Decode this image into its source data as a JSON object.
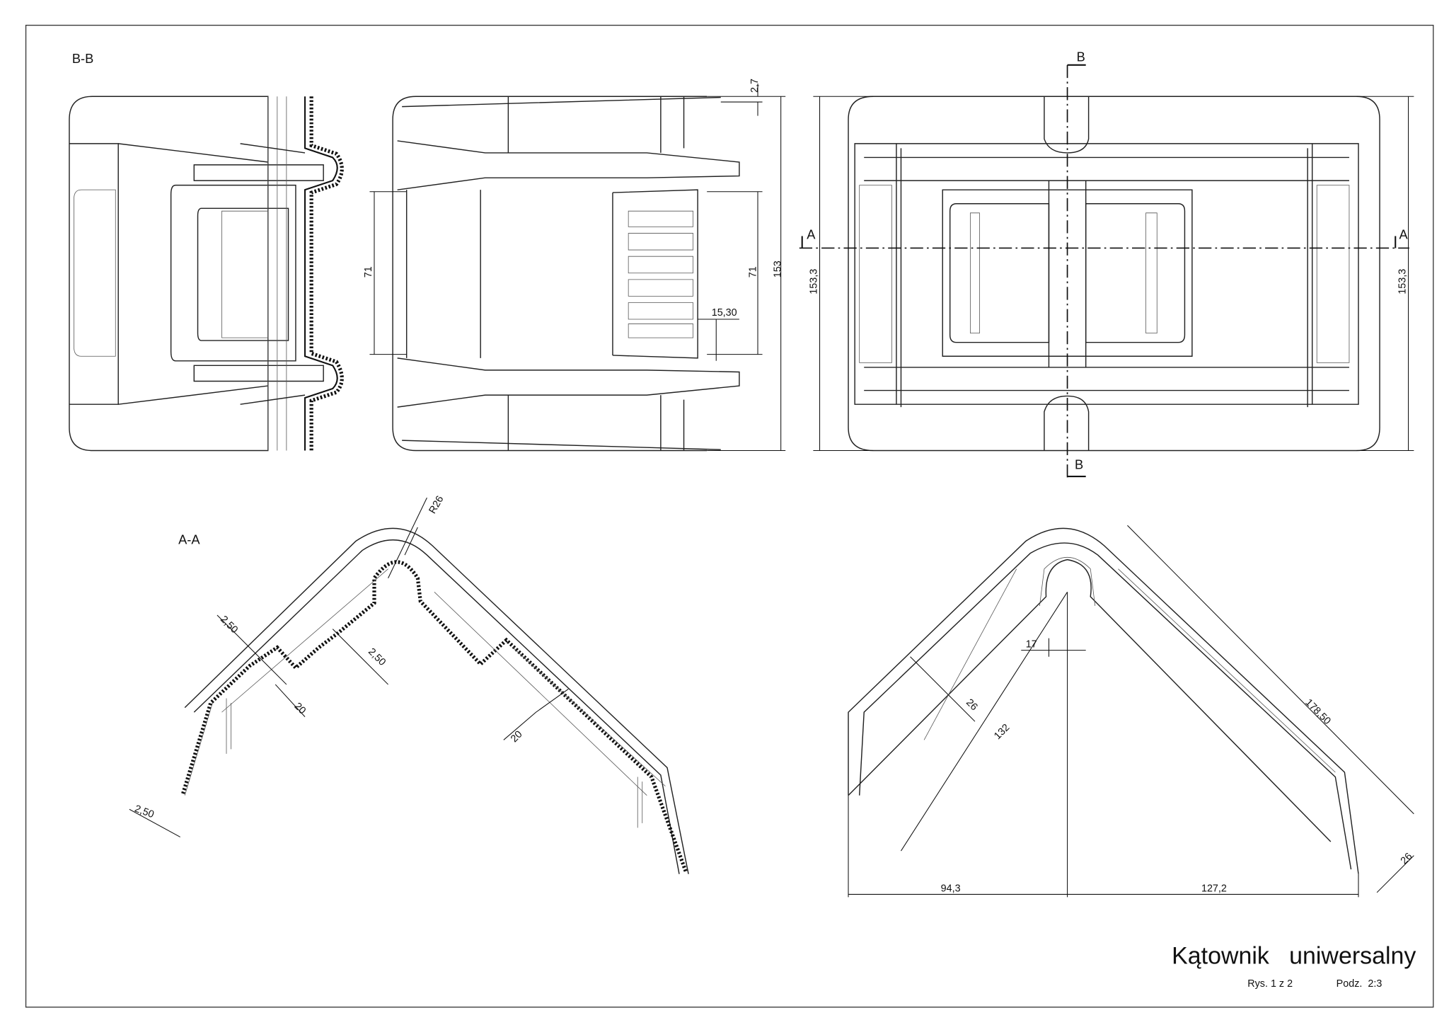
{
  "drawing": {
    "title": "Kątownik   uniwersalny",
    "sheet": "Rys. 1 z 2",
    "scale": "Podz.  2:3"
  },
  "sections": {
    "bb_label": "B-B",
    "aa_label": "A-A",
    "b_marker_top": "B",
    "b_marker_bottom": "B",
    "a_marker_left": "A",
    "a_marker_right": "A"
  },
  "dimensions": {
    "top_thickness": "2,7",
    "inner_width_left": "71",
    "inner_width_right": "71",
    "overall_height": "153",
    "rib_offset": "15,30",
    "plan_height_left": "153,3",
    "plan_height_right": "153,3",
    "radius": "R26",
    "wall_a": "2,50",
    "wall_b": "2,50",
    "wall_c": "2,50",
    "rib_depth_a": "20",
    "rib_depth_b": "20",
    "apex_offset": "17",
    "flange_a": "26",
    "flange_b": "26",
    "leg_inner": "132",
    "leg_outer": "178,50",
    "base_left": "94,3",
    "base_right": "127,2"
  }
}
